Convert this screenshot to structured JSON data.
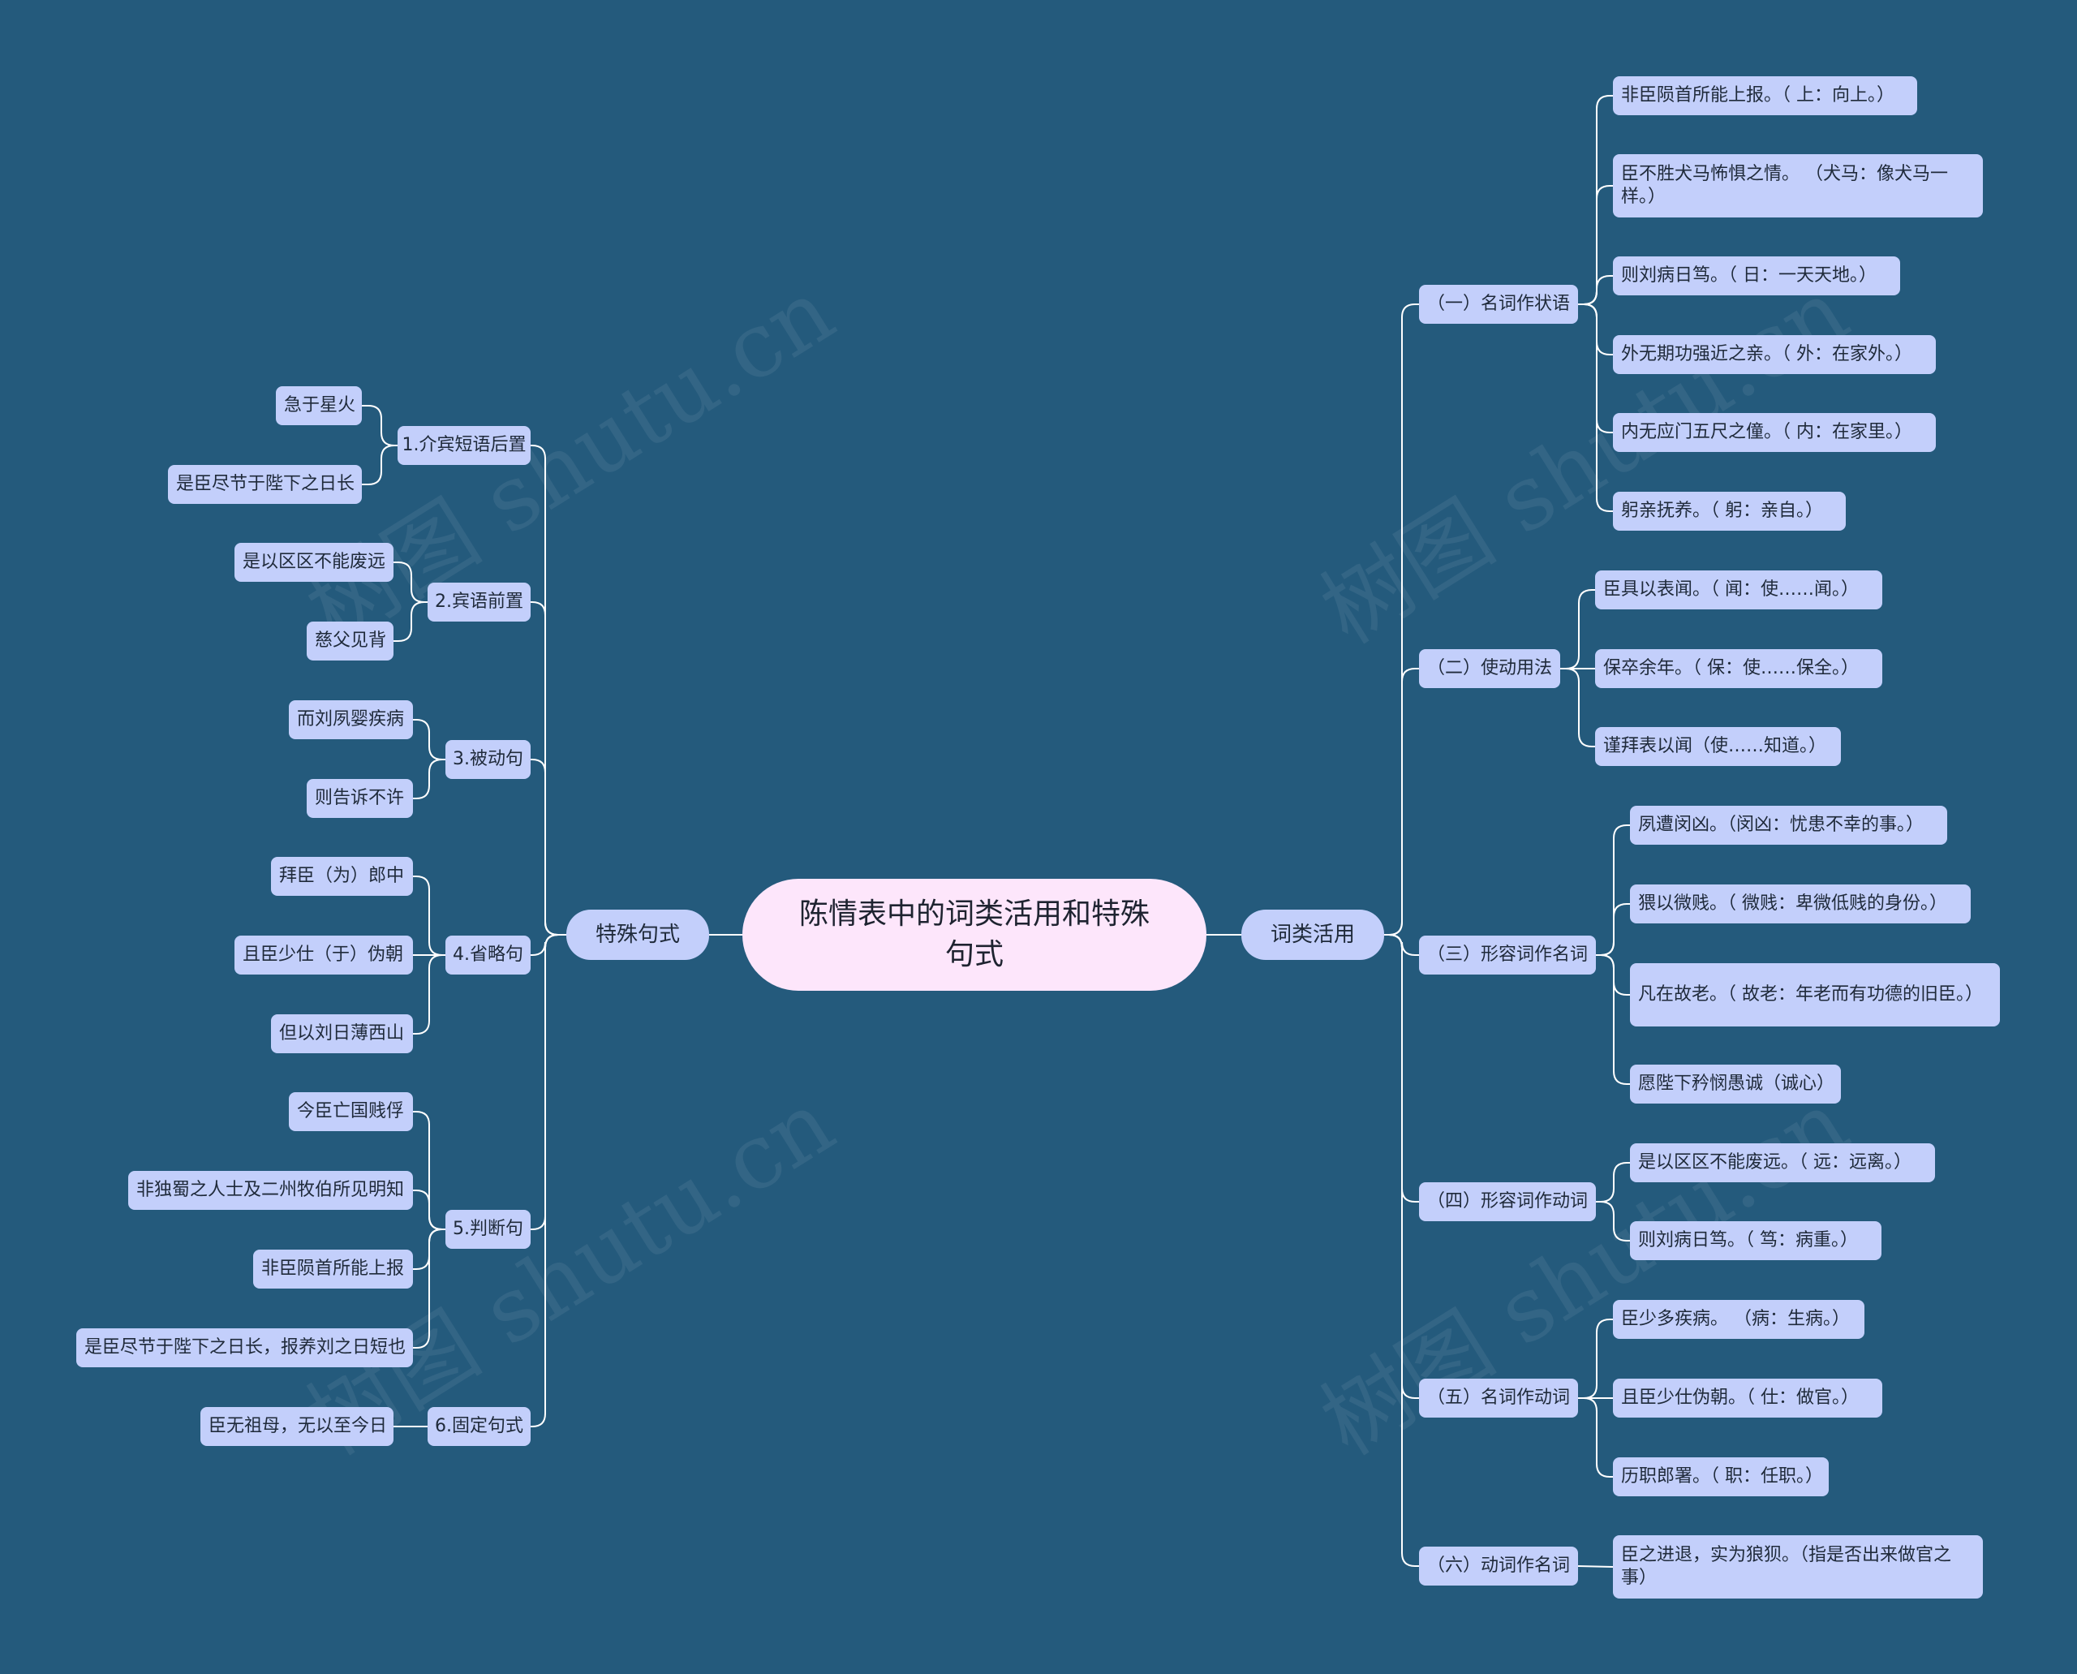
{
  "root": "陈情表中的词类活用和特殊句式",
  "left": {
    "label": "特殊句式",
    "groups": [
      {
        "label": "1.介宾短语后置",
        "items": [
          "急于星火",
          "是臣尽节于陛下之日长"
        ]
      },
      {
        "label": "2.宾语前置",
        "items": [
          "是以区区不能废远",
          "慈父见背"
        ]
      },
      {
        "label": "3.被动句",
        "items": [
          "而刘夙婴疾病",
          "则告诉不许"
        ]
      },
      {
        "label": "4.省略句",
        "items": [
          "拜臣（为）郎中",
          "且臣少仕（于）伪朝",
          "但以刘日薄西山"
        ]
      },
      {
        "label": "5.判断句",
        "items": [
          "今臣亡国贱俘",
          "非独蜀之人士及二州牧伯所见明知",
          "非臣陨首所能上报",
          "是臣尽节于陛下之日长，报养刘之日短也"
        ]
      },
      {
        "label": "6.固定句式",
        "items": [
          "臣无祖母，无以至今日"
        ]
      }
    ]
  },
  "right": {
    "label": "词类活用",
    "groups": [
      {
        "label": "（一）名词作状语",
        "items": [
          "非臣陨首所能上报。（ 上：向上。）",
          "臣不胜犬马怖惧之情。 （犬马：像犬马一样。）",
          "则刘病日笃。（ 日：一天天地。）",
          "外无期功强近之亲。（ 外：在家外。）",
          "内无应门五尺之僮。（ 内：在家里。）",
          "躬亲抚养。（ 躬：亲自。）"
        ]
      },
      {
        "label": "（二）使动用法",
        "items": [
          "臣具以表闻。（ 闻：使……闻。）",
          "保卒余年。（ 保：使……保全。）",
          "谨拜表以闻（使……知道。）"
        ]
      },
      {
        "label": "（三）形容词作名词",
        "items": [
          "夙遭闵凶。（闵凶：忧患不幸的事。）",
          "猥以微贱。（ 微贱：卑微低贱的身份。）",
          "凡在故老。（ 故老：年老而有功德的旧臣。）",
          "愿陛下矜悯愚诚（诚心）"
        ]
      },
      {
        "label": "（四）形容词作动词",
        "items": [
          "是以区区不能废远。（ 远：远离。）",
          "则刘病日笃。（ 笃：病重。）"
        ]
      },
      {
        "label": "（五）名词作动词",
        "items": [
          "臣少多疾病。 （病：生病。）",
          "且臣少仕伪朝。（ 仕：做官。）",
          "历职郎署。（ 职：任职。）"
        ]
      },
      {
        "label": "（六）动词作名词",
        "items": [
          "臣之进退，实为狼狈。（指是否出来做官之事）"
        ]
      }
    ]
  },
  "watermark": "树图 shutu.cn"
}
